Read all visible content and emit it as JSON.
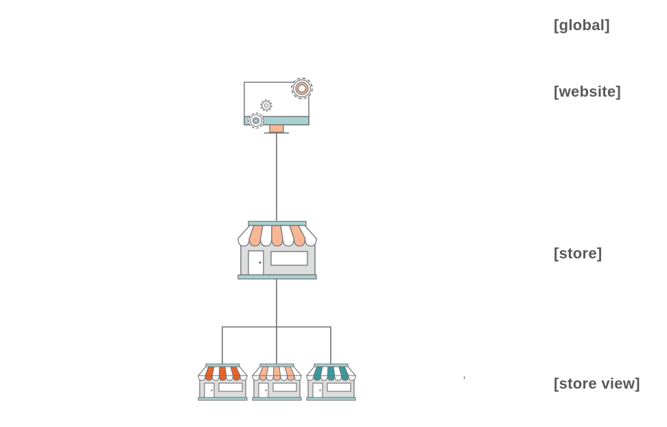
{
  "scopes": {
    "global": "[global]",
    "website": "[website]",
    "store": "[store]",
    "store_view": "[store view]"
  },
  "colors": {
    "outline": "#6d6e71",
    "line": "#6d6e71",
    "teal": "#a8d2d1",
    "teal_dark": "#3a9a9c",
    "peach": "#f7b795",
    "orange": "#e8622a",
    "gray_fill": "#dcdddd",
    "label": "#59595b"
  },
  "icons": {
    "website": "monitor-with-gears-icon",
    "store": "storefront-icon",
    "store_views": [
      "storefront-orange-icon",
      "storefront-peach-icon",
      "storefront-teal-icon"
    ]
  }
}
